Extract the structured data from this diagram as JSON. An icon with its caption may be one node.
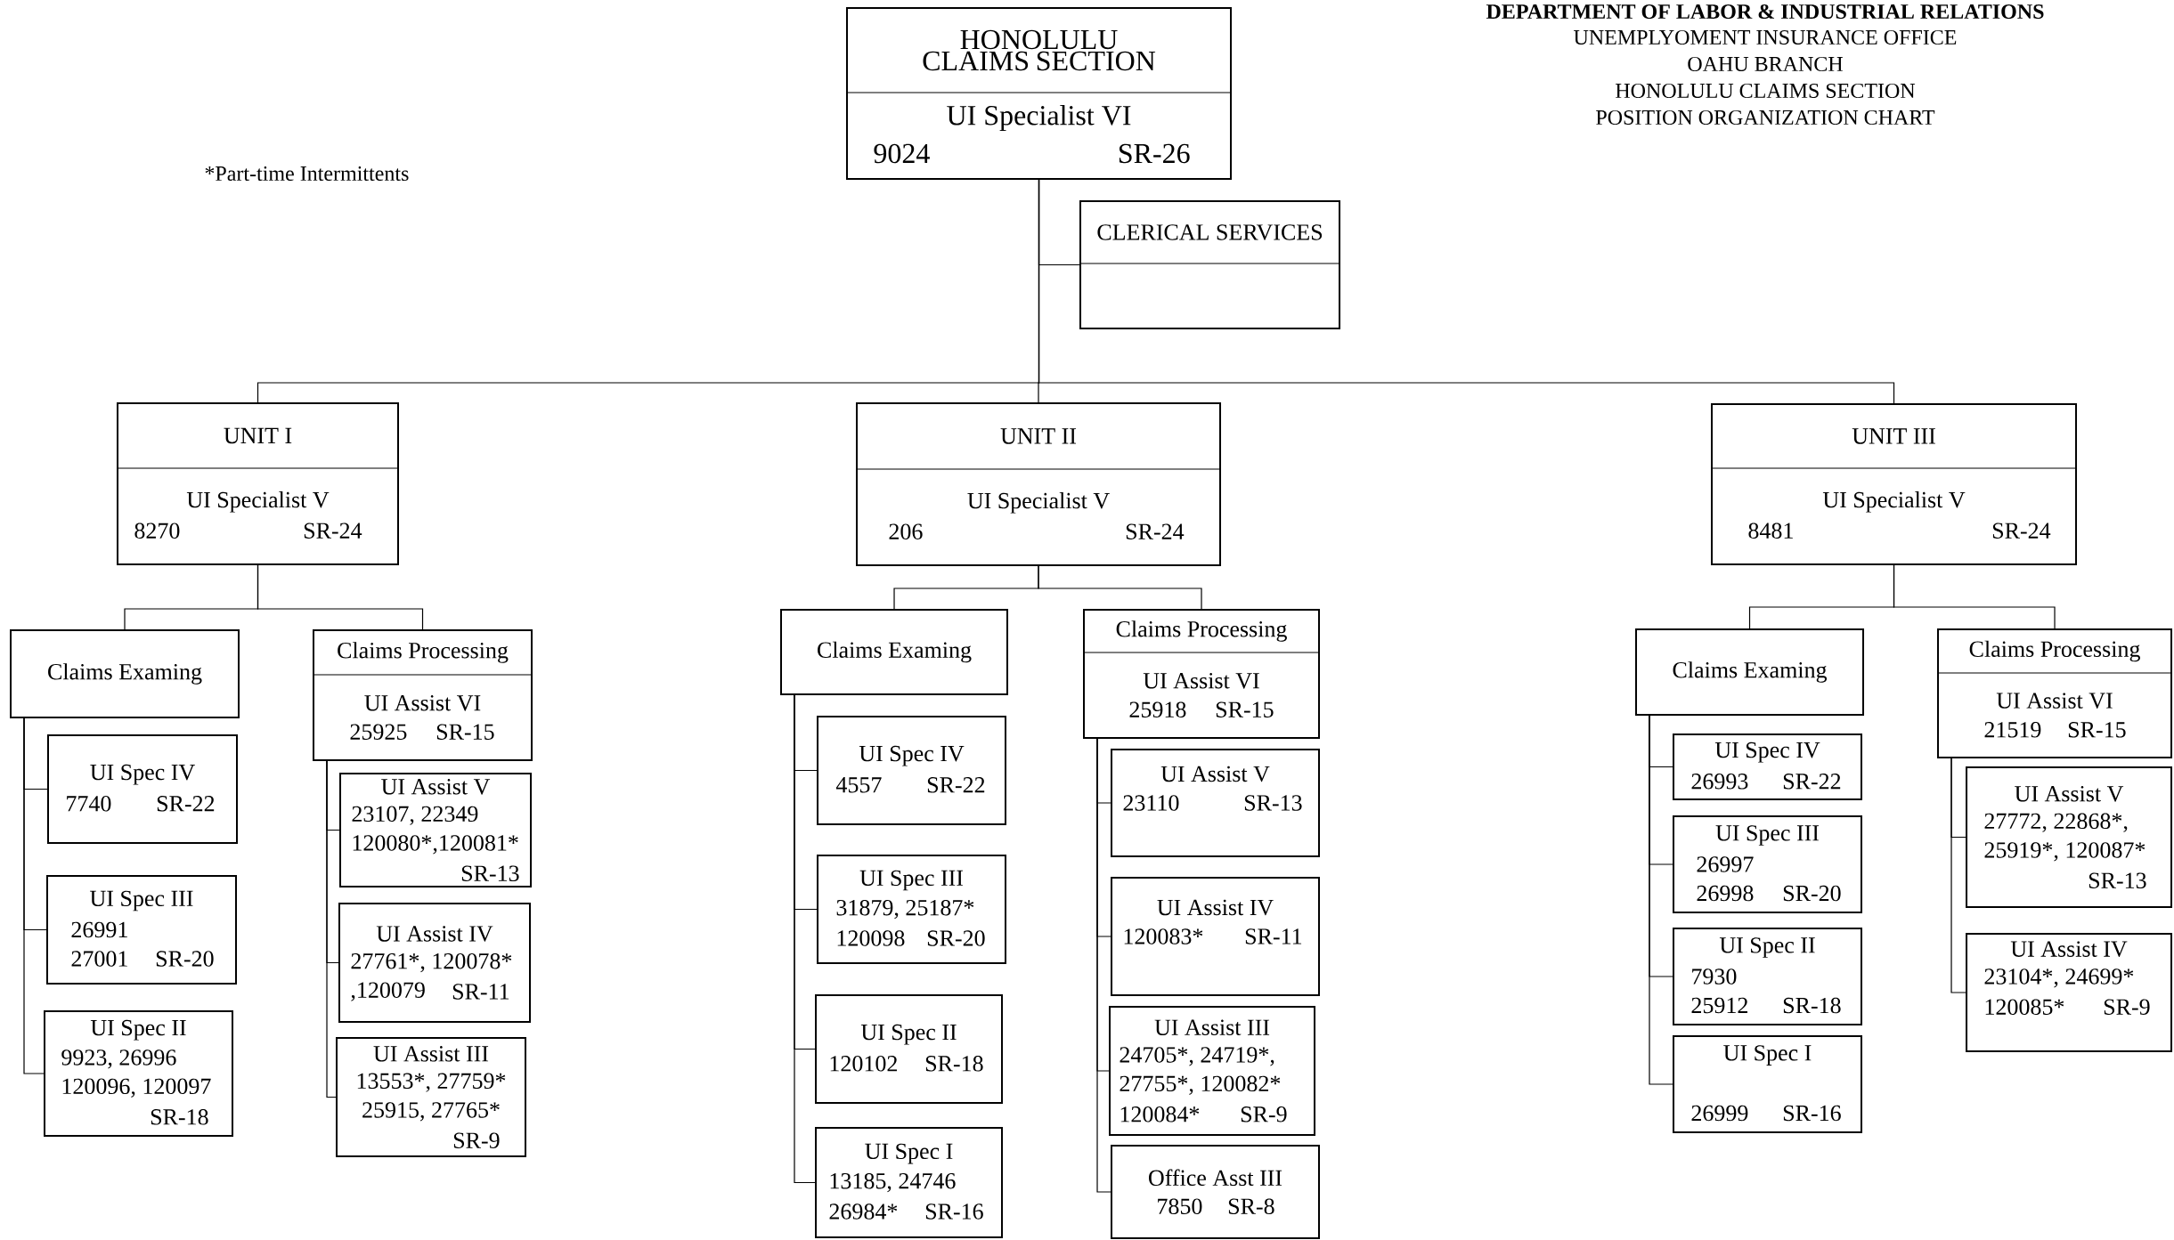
{
  "diagram": {
    "title": "DEPARTMENT OF LABOR & INDUSTRIAL RELATIONS",
    "nodes": [
      {
        "text": [
          "HONOLULU CLAIMS SECTION",
          "UI Specialist VI",
          "9024",
          "SR-26"
        ]
      },
      {
        "text": [
          "CLERICAL SERVICES"
        ]
      },
      {
        "text": [
          "UNIT I",
          "UI Specialist V",
          "8270",
          "SR-24"
        ]
      },
      {
        "text": [
          "UNIT II",
          "UI Specialist V",
          "206",
          "SR-24"
        ]
      },
      {
        "text": [
          "UNIT III",
          "UI Specialist V",
          "8481",
          "SR-24"
        ]
      },
      {
        "text": [
          "Claims Examing"
        ]
      },
      {
        "text": [
          "Claims Processing",
          "UI Assist VI",
          "25925",
          "SR-15"
        ]
      },
      {
        "text": [
          "UI Spec IV",
          "7740",
          "SR-22"
        ]
      },
      {
        "text": [
          "UI Spec III",
          "26991",
          "27001",
          "SR-20"
        ]
      },
      {
        "text": [
          "UI Spec II",
          "9923, 26996",
          "120096, 120097",
          "SR-18"
        ]
      },
      {
        "text": [
          "UI Assist V",
          "23107, 22349",
          "120080*,120081*",
          "SR-13"
        ]
      },
      {
        "text": [
          "UI Assist IV",
          "27761*, 120078*",
          ",120079",
          "SR-11"
        ]
      },
      {
        "text": [
          "UI Assist III",
          "13553*, 27759*",
          "25915, 27765*",
          "SR-9"
        ]
      },
      {
        "text": [
          "Claims Examing"
        ]
      },
      {
        "text": [
          "Claims Processing",
          "UI Assist VI",
          "25918",
          "SR-15"
        ]
      },
      {
        "text": [
          "UI Spec IV",
          "4557",
          "SR-22"
        ]
      },
      {
        "text": [
          "UI Spec III",
          "31879, 25187*",
          "120098",
          "SR-20"
        ]
      },
      {
        "text": [
          "UI Spec II",
          "120102",
          "SR-18"
        ]
      },
      {
        "text": [
          "UI Spec I",
          "13185, 24746",
          "26984*",
          "SR-16"
        ]
      },
      {
        "text": [
          "UI Assist V",
          "23110",
          "SR-13"
        ]
      },
      {
        "text": [
          "UI Assist IV",
          "120083*",
          "SR-11"
        ]
      },
      {
        "text": [
          "UI Assist III",
          "24705*, 24719*,",
          "27755*, 120082*",
          "120084*",
          "SR-9"
        ]
      },
      {
        "text": [
          "Office Asst III",
          "7850",
          "SR-8"
        ]
      },
      {
        "text": [
          "Claims Examing"
        ]
      },
      {
        "text": [
          "Claims Processing",
          "UI Assist VI",
          "21519",
          "SR-15"
        ]
      },
      {
        "text": [
          "UI Spec IV",
          "26993",
          "SR-22"
        ]
      },
      {
        "text": [
          "UI Spec III",
          "26997",
          "26998",
          "SR-20"
        ]
      },
      {
        "text": [
          "UI Spec II",
          "7930",
          "25912",
          "SR-18"
        ]
      },
      {
        "text": [
          "UI Spec I",
          "26999",
          "SR-16"
        ]
      },
      {
        "text": [
          "UI Assist V",
          "27772, 22868*,",
          "25919*, 120087*",
          "SR-13"
        ]
      },
      {
        "text": [
          "UI Assist IV",
          "23104*, 24699*",
          "120085*",
          "SR-9"
        ]
      }
    ],
    "edges": [
      {
        "from": 0,
        "to": 1,
        "arrow": "none"
      },
      {
        "from": 0,
        "to": 2,
        "arrow": "none"
      },
      {
        "from": 0,
        "to": 3,
        "arrow": "none"
      },
      {
        "from": 0,
        "to": 4,
        "arrow": "none"
      },
      {
        "from": 2,
        "to": 5,
        "arrow": "none"
      },
      {
        "from": 2,
        "to": 6,
        "arrow": "none"
      },
      {
        "from": 3,
        "to": 13,
        "arrow": "none"
      },
      {
        "from": 3,
        "to": 14,
        "arrow": "none"
      },
      {
        "from": 4,
        "to": 23,
        "arrow": "none"
      },
      {
        "from": 4,
        "to": 24,
        "arrow": "none"
      },
      {
        "from": 5,
        "to": 7,
        "arrow": "none"
      },
      {
        "from": 5,
        "to": 8,
        "arrow": "none"
      },
      {
        "from": 5,
        "to": 9,
        "arrow": "none"
      },
      {
        "from": 6,
        "to": 10,
        "arrow": "none"
      },
      {
        "from": 6,
        "to": 11,
        "arrow": "none"
      },
      {
        "from": 6,
        "to": 12,
        "arrow": "none"
      },
      {
        "from": 13,
        "to": 15,
        "arrow": "none"
      },
      {
        "from": 13,
        "to": 16,
        "arrow": "none"
      },
      {
        "from": 13,
        "to": 17,
        "arrow": "none"
      },
      {
        "from": 13,
        "to": 18,
        "arrow": "none"
      },
      {
        "from": 14,
        "to": 19,
        "arrow": "none"
      },
      {
        "from": 14,
        "to": 20,
        "arrow": "none"
      },
      {
        "from": 14,
        "to": 21,
        "arrow": "none"
      },
      {
        "from": 14,
        "to": 22,
        "arrow": "none"
      },
      {
        "from": 23,
        "to": 25,
        "arrow": "none"
      },
      {
        "from": 23,
        "to": 26,
        "arrow": "none"
      },
      {
        "from": 23,
        "to": 27,
        "arrow": "none"
      },
      {
        "from": 23,
        "to": 28,
        "arrow": "none"
      },
      {
        "from": 24,
        "to": 29,
        "arrow": "none"
      },
      {
        "from": 24,
        "to": 30,
        "arrow": "none"
      }
    ],
    "labels": [
      "UNEMPLYOMENT INSURANCE OFFICE",
      "OAHU BRANCH",
      "HONOLULU CLAIMS SECTION",
      "POSITION ORGANIZATION CHART",
      "*Part-time Intermittents"
    ]
  }
}
